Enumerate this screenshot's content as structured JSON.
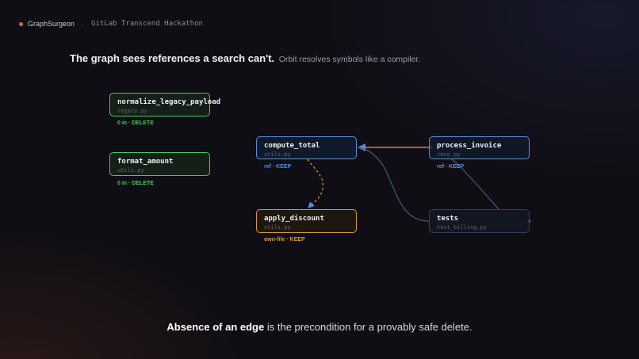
{
  "header": {
    "brand": "GraphSurgeon",
    "separator": "·",
    "event": "GitLab Transcend Hackathon"
  },
  "headline": {
    "strong": "The graph sees references a search can't.",
    "muted": "Orbit resolves symbols like a compiler."
  },
  "nodes": {
    "normalize": {
      "name": "normalize_legacy_payload",
      "file": "legacy.py",
      "tag": "0 in · DELETE"
    },
    "format": {
      "name": "format_amount",
      "file": "utils.py",
      "tag": "0 in · DELETE"
    },
    "compute": {
      "name": "compute_total",
      "file": "utils.py",
      "tag": "ref · KEEP"
    },
    "apply": {
      "name": "apply_discount",
      "file": "utils.py",
      "tag": "own-file · KEEP"
    },
    "process": {
      "name": "process_invoice",
      "file": "core.py",
      "tag": "ref · KEEP"
    },
    "tests": {
      "name": "tests",
      "file": "test_billing.py"
    }
  },
  "footer": {
    "strong": "Absence of an edge",
    "rest": " is the precondition for a provably safe delete."
  },
  "colors": {
    "delete": "#4cc466",
    "ref": "#5a8fd6",
    "own_file": "#d99a3c",
    "call_edge": "#e8744a",
    "brand_dot": "#e05a4a"
  }
}
